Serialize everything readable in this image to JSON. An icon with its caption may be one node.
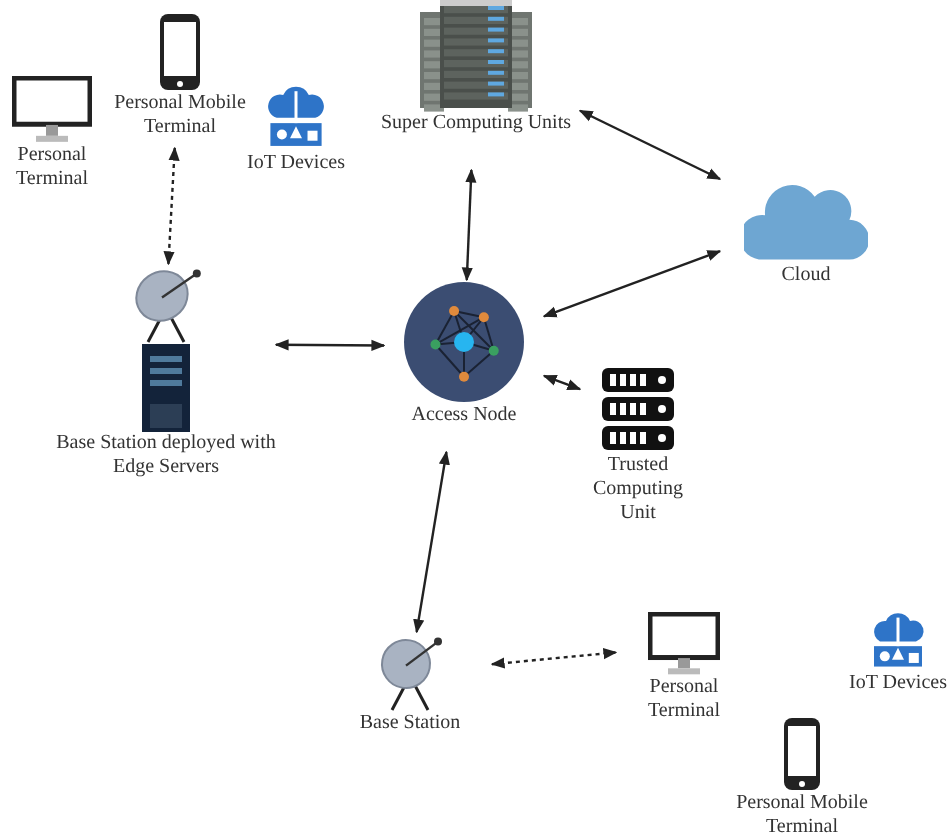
{
  "diagram": {
    "nodes": [
      {
        "text": [
          "Personal Terminal"
        ]
      },
      {
        "text": [
          "Personal Mobile Terminal"
        ]
      },
      {
        "text": [
          "IoT Devices"
        ]
      },
      {
        "text": [
          "Super Computing Units"
        ]
      },
      {
        "text": [
          "Cloud"
        ]
      },
      {
        "text": [
          "Base Station deployed with Edge Servers"
        ]
      },
      {
        "text": [
          "Access Node"
        ]
      },
      {
        "text": [
          "Trusted Computing Unit"
        ]
      },
      {
        "text": [
          "Base Station"
        ]
      },
      {
        "text": [
          "Personal Terminal"
        ]
      },
      {
        "text": [
          "IoT Devices"
        ]
      },
      {
        "text": [
          "Personal Mobile Terminal"
        ]
      }
    ],
    "edges": [
      {
        "from": 1,
        "to": 5,
        "arrow": "both",
        "style": "dashed"
      },
      {
        "from": 5,
        "to": 6,
        "arrow": "both"
      },
      {
        "from": 3,
        "to": 6,
        "arrow": "both"
      },
      {
        "from": 3,
        "to": 4,
        "arrow": "both"
      },
      {
        "from": 4,
        "to": 6,
        "arrow": "both"
      },
      {
        "from": 6,
        "to": 7,
        "arrow": "both"
      },
      {
        "from": 6,
        "to": 8,
        "arrow": "both"
      },
      {
        "from": 8,
        "to": 9,
        "arrow": "both",
        "style": "dashed"
      }
    ]
  }
}
